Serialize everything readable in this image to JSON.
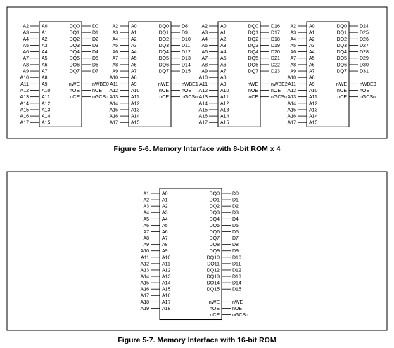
{
  "figure6": {
    "caption": "Figure 5-6. Memory Interface with 8-bit ROM x 4",
    "chips": [
      {
        "left_outer": [
          "A2",
          "A3",
          "A4",
          "A5",
          "A6",
          "A7",
          "A8",
          "A9",
          "A10",
          "A11",
          "A12",
          "A13",
          "A14",
          "A15",
          "A16",
          "A17"
        ],
        "left_inner": [
          "A0",
          "A1",
          "A2",
          "A3",
          "A4",
          "A5",
          "A6",
          "A7",
          "A8",
          "A9",
          "A10",
          "A11",
          "A12",
          "A13",
          "A14",
          "A15"
        ],
        "right_inner": [
          "DQ0",
          "DQ1",
          "DQ2",
          "DQ3",
          "DQ4",
          "DQ5",
          "DQ6",
          "DQ7",
          "",
          "nWE",
          "nOE",
          "nCE"
        ],
        "right_outer": [
          "D0",
          "D1",
          "D2",
          "D3",
          "D4",
          "D5",
          "D6",
          "D7",
          "",
          "nWBE0",
          "nOE",
          "nGCSn"
        ]
      },
      {
        "left_outer": [
          "A2",
          "A3",
          "A4",
          "A5",
          "A6",
          "A7",
          "A8",
          "A9",
          "A10",
          "A11",
          "A12",
          "A13",
          "A14",
          "A15",
          "A16",
          "A17"
        ],
        "left_inner": [
          "A0",
          "A1",
          "A2",
          "A3",
          "A4",
          "A5",
          "A6",
          "A7",
          "A8",
          "A9",
          "A10",
          "A11",
          "A12",
          "A13",
          "A14",
          "A15"
        ],
        "right_inner": [
          "DQ0",
          "DQ1",
          "DQ2",
          "DQ3",
          "DQ4",
          "DQ5",
          "DQ6",
          "DQ7",
          "",
          "nWE",
          "nOE",
          "nCE"
        ],
        "right_outer": [
          "D8",
          "D9",
          "D10",
          "D11",
          "D12",
          "D13",
          "D14",
          "D15",
          "",
          "nWBE1",
          "nOE",
          "nGCSn"
        ]
      },
      {
        "left_outer": [
          "A2",
          "A3",
          "A4",
          "A5",
          "A6",
          "A7",
          "A8",
          "A9",
          "A10",
          "A11",
          "A12",
          "A13",
          "A14",
          "A15",
          "A16",
          "A17"
        ],
        "left_inner": [
          "A0",
          "A1",
          "A2",
          "A3",
          "A4",
          "A5",
          "A6",
          "A7",
          "A8",
          "A9",
          "A10",
          "A11",
          "A12",
          "A13",
          "A14",
          "A15"
        ],
        "right_inner": [
          "DQ0",
          "DQ1",
          "DQ2",
          "DQ3",
          "DQ4",
          "DQ5",
          "DQ6",
          "DQ7",
          "",
          "nWE",
          "nOE",
          "nCE"
        ],
        "right_outer": [
          "D16",
          "D17",
          "D18",
          "D19",
          "D20",
          "D21",
          "D22",
          "D23",
          "",
          "nWBE2",
          "nOE",
          "nGCSn"
        ]
      },
      {
        "left_outer": [
          "A2",
          "A3",
          "A4",
          "A5",
          "A6",
          "A7",
          "A8",
          "A9",
          "A10",
          "A11",
          "A12",
          "A13",
          "A14",
          "A15",
          "A16",
          "A17"
        ],
        "left_inner": [
          "A0",
          "A1",
          "A2",
          "A3",
          "A4",
          "A5",
          "A6",
          "A7",
          "A8",
          "A9",
          "A10",
          "A11",
          "A12",
          "A13",
          "A14",
          "A15"
        ],
        "right_inner": [
          "DQ0",
          "DQ1",
          "DQ2",
          "DQ3",
          "DQ4",
          "DQ5",
          "DQ6",
          "DQ7",
          "",
          "nWE",
          "nOE",
          "nCE"
        ],
        "right_outer": [
          "D24",
          "D25",
          "D26",
          "D27",
          "D28",
          "D29",
          "D30",
          "D31",
          "",
          "nWBE3",
          "nOE",
          "nGCSn"
        ]
      }
    ]
  },
  "figure7": {
    "caption": "Figure 5-7. Memory Interface with 16-bit ROM",
    "chip": {
      "left_outer": [
        "A1",
        "A2",
        "A3",
        "A4",
        "A5",
        "A6",
        "A7",
        "A8",
        "A9",
        "A10",
        "A11",
        "A12",
        "A13",
        "A14",
        "A15",
        "A16",
        "A17",
        "A18",
        "A19"
      ],
      "left_inner": [
        "A0",
        "A1",
        "A2",
        "A3",
        "A4",
        "A5",
        "A6",
        "A7",
        "A8",
        "A9",
        "A10",
        "A11",
        "A12",
        "A13",
        "A14",
        "A15",
        "A16",
        "A17",
        "A18"
      ],
      "right_inner": [
        "DQ0",
        "DQ1",
        "DQ2",
        "DQ3",
        "DQ4",
        "DQ5",
        "DQ6",
        "DQ7",
        "DQ8",
        "DQ9",
        "DQ10",
        "DQ11",
        "DQ12",
        "DQ13",
        "DQ14",
        "DQ15",
        "",
        "nWE",
        "nOE",
        "nCE"
      ],
      "right_outer": [
        "D0",
        "D1",
        "D2",
        "D3",
        "D4",
        "D5",
        "D6",
        "D7",
        "D8",
        "D9",
        "D10",
        "D11",
        "D12",
        "D13",
        "D14",
        "D15",
        "",
        "nWE",
        "nOE",
        "nGCSn"
      ]
    }
  }
}
